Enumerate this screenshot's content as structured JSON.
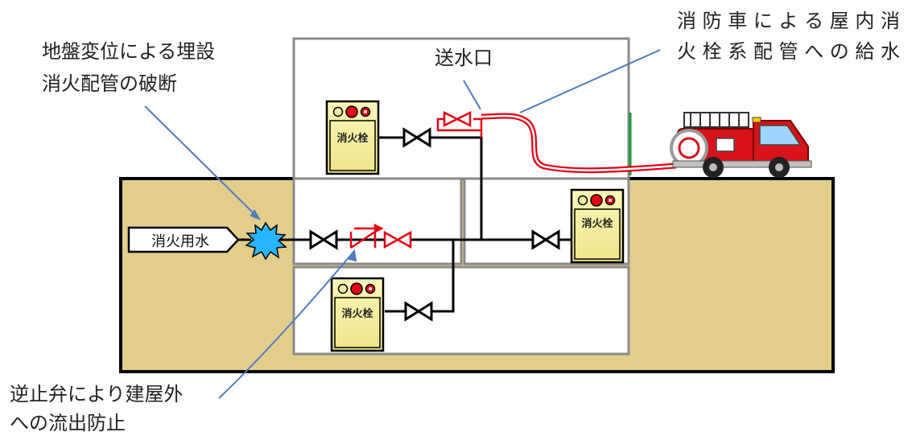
{
  "annotations": {
    "ground_break_line1": "地盤変位による埋設",
    "ground_break_line2": "消火配管の破断",
    "inlet": "送水口",
    "truck_supply_line1": "消 防 車 に よ る 屋 内 消",
    "truck_supply_line2": "火 栓 系 配 管 へ の 給 水",
    "check_valve_line1": "逆止弁により建屋外",
    "check_valve_line2": "への流出防止"
  },
  "water_source": "消火用水",
  "hydrant_label": "消火栓",
  "colors": {
    "ground": "#e3cd8b",
    "building_wall": "#8a8a8a",
    "pipe": "#000000",
    "red_pipe": "#e60012",
    "cabinet": "#f7f09b",
    "break_burst": "#27b5ff",
    "leader": "#4f7bc0",
    "truck": "#d8131b"
  }
}
